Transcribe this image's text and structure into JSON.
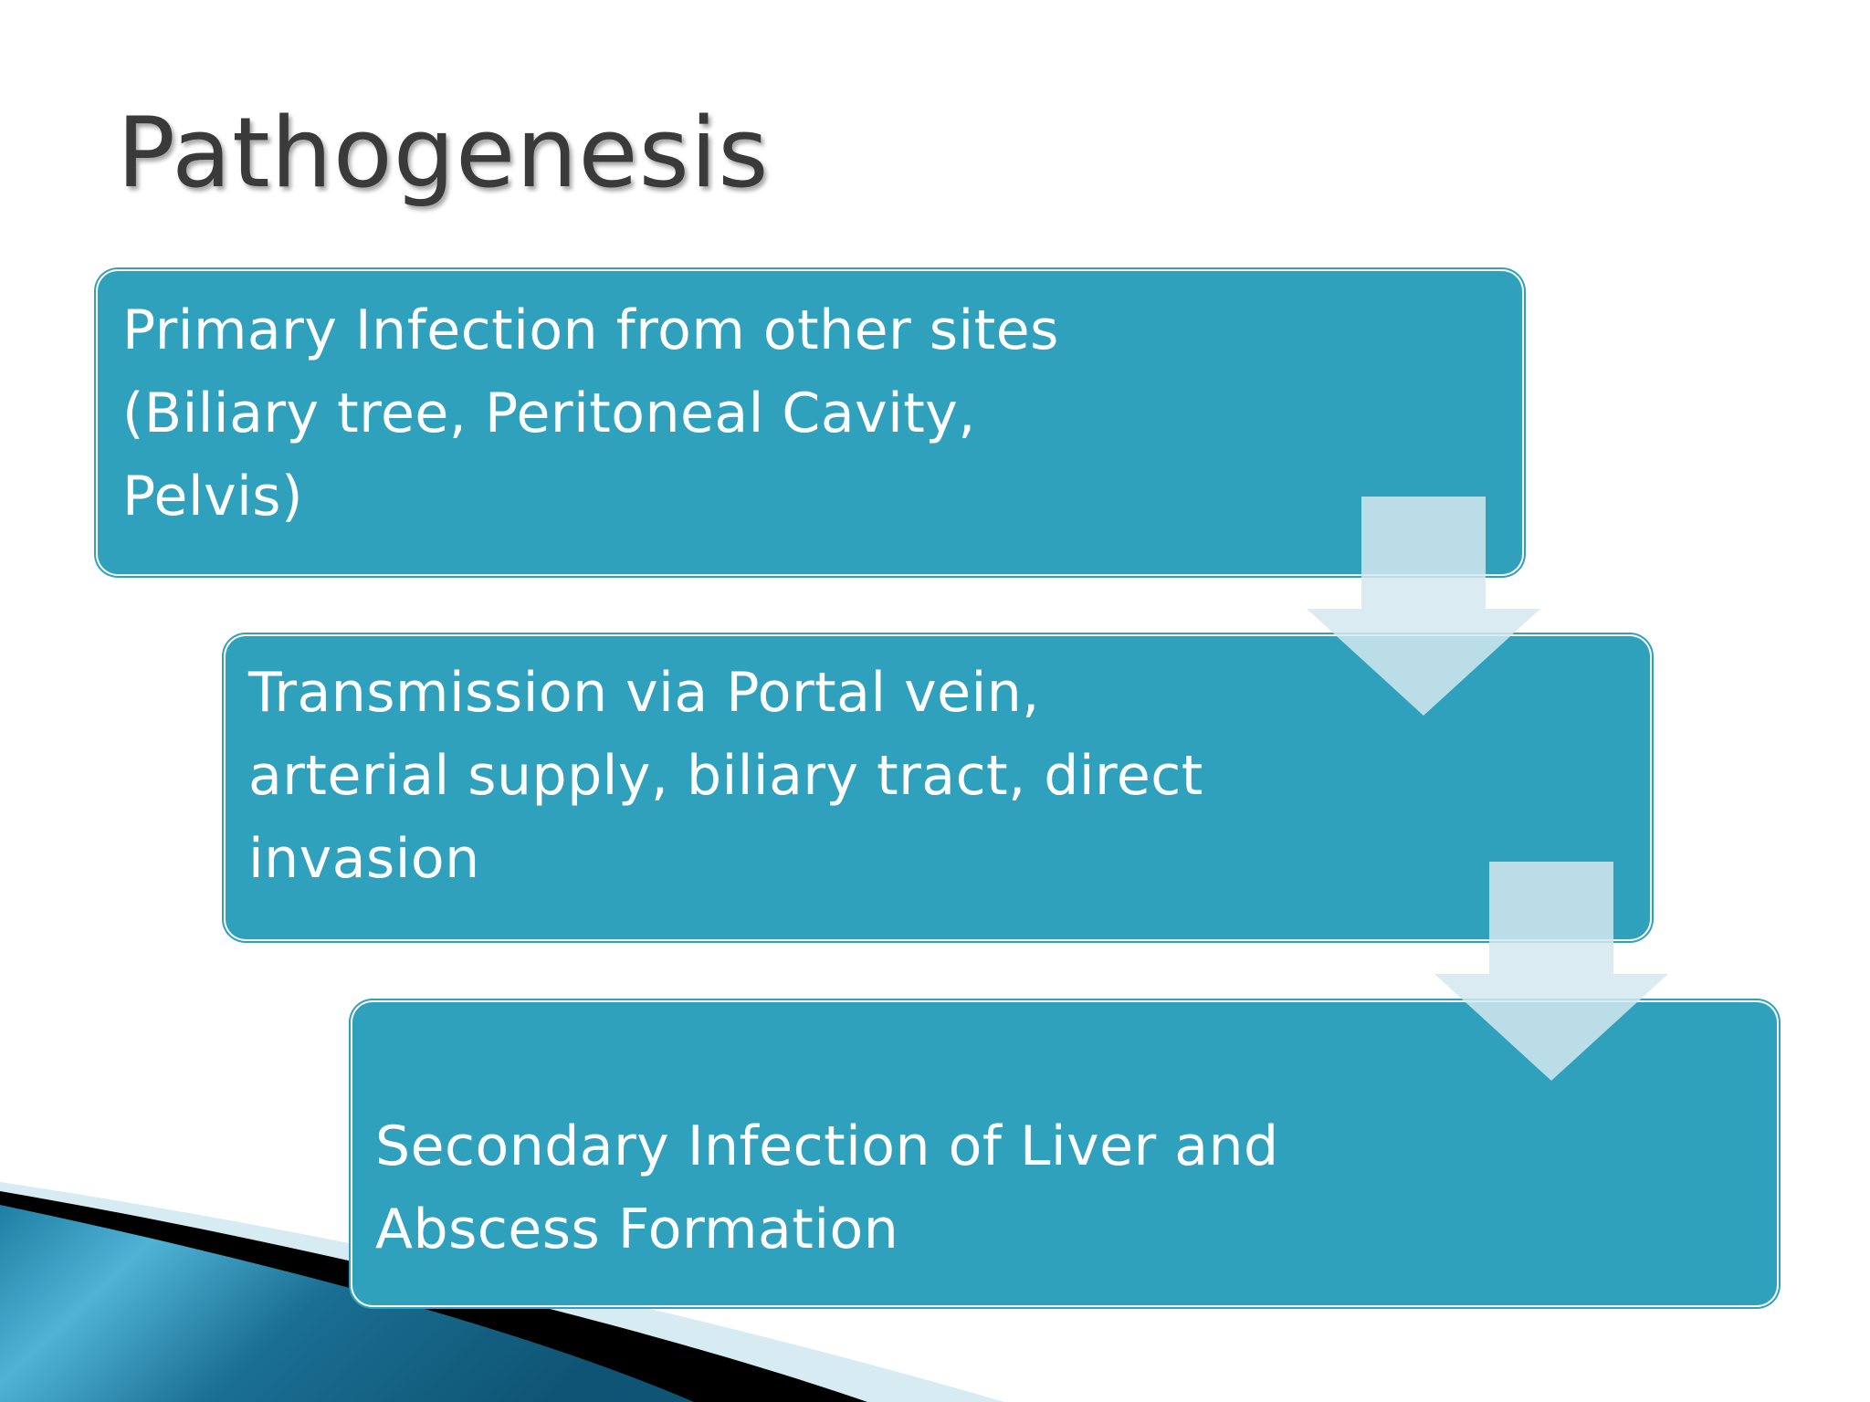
{
  "slide": {
    "title": "Pathogenesis"
  },
  "steps": [
    {
      "lines": [
        "Primary Infection from other sites",
        "(Biliary tree, Peritoneal Cavity,",
        "Pelvis)"
      ]
    },
    {
      "lines": [
        "Transmission via Portal vein,",
        "arterial supply, biliary tract, direct",
        "invasion"
      ]
    },
    {
      "lines": [
        "Secondary Infection of Liver and",
        "Abscess Formation"
      ]
    }
  ],
  "colors": {
    "box_fill": "#2fa1bd",
    "arrow_fill": "#d4e8ee",
    "title_text": "#3a3a3a",
    "swoosh_dark": "#000000",
    "swoosh_teal": "#2d8fb3",
    "swoosh_light": "#d6ebf2"
  },
  "icons": {
    "flow_arrow": "down-arrow-icon",
    "decoration": "corner-swoosh"
  }
}
